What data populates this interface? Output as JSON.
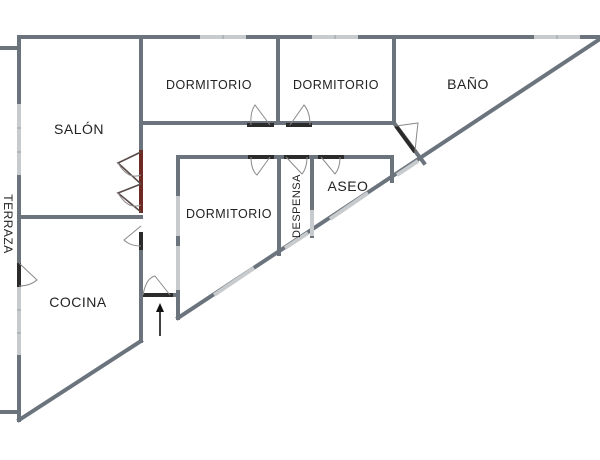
{
  "plan": {
    "type": "floor-plan",
    "wall_color": "#6b747d",
    "window_color": "#c8cbcd",
    "door_color": "#2b2b2b",
    "sliding_door_color": "#6e2a22",
    "rooms": [
      {
        "id": "salon",
        "label": "SALÓN"
      },
      {
        "id": "cocina",
        "label": "COCINA"
      },
      {
        "id": "dormitorio1",
        "label": "DORMITORIO"
      },
      {
        "id": "dormitorio2",
        "label": "DORMITORIO"
      },
      {
        "id": "dormitorio3",
        "label": "DORMITORIO"
      },
      {
        "id": "bano",
        "label": "BAÑO"
      },
      {
        "id": "aseo",
        "label": "ASEO"
      },
      {
        "id": "despensa",
        "label": "DESPENSA"
      },
      {
        "id": "terraza",
        "label": "TERRAZA"
      }
    ],
    "entrance": {
      "label": "entrance-arrow",
      "direction": "up"
    }
  }
}
